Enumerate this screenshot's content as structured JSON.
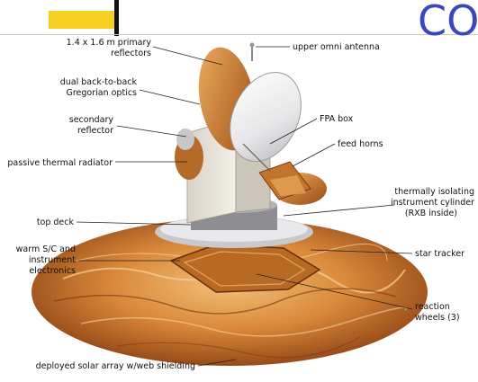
{
  "slide": {
    "title_fragment": "CO"
  },
  "diagram": {
    "labels": {
      "primary_reflectors_line1": "1.4 x 1.6 m primary",
      "primary_reflectors_line2": "reflectors",
      "gregorian_line1": "dual back-to-back",
      "gregorian_line2": "Gregorian optics",
      "secondary_line1": "secondary",
      "secondary_line2": "reflector",
      "radiator": "passive thermal radiator",
      "top_deck": "top deck",
      "electronics_line1": "warm S/C and",
      "electronics_line2": "instrument",
      "electronics_line3": "electronics",
      "solar_array": "deployed solar array w/web shielding",
      "omni_antenna": "upper omni antenna",
      "fpa_box": "FPA box",
      "feed_horns": "feed horns",
      "cylinder_line1": "thermally isolating",
      "cylinder_line2": "instrument cylinder",
      "cylinder_line3": "(RXB inside)",
      "star_tracker": "star tracker",
      "reaction_line1": "reaction",
      "reaction_line2": "wheels (3)"
    }
  },
  "colors": {
    "title": "#3a48c0",
    "accent_bar": "#f5d020",
    "gold_dark": "#a8521a",
    "gold_mid": "#d9893a",
    "gold_light": "#f3c079",
    "dish": "#e8e8ea"
  }
}
